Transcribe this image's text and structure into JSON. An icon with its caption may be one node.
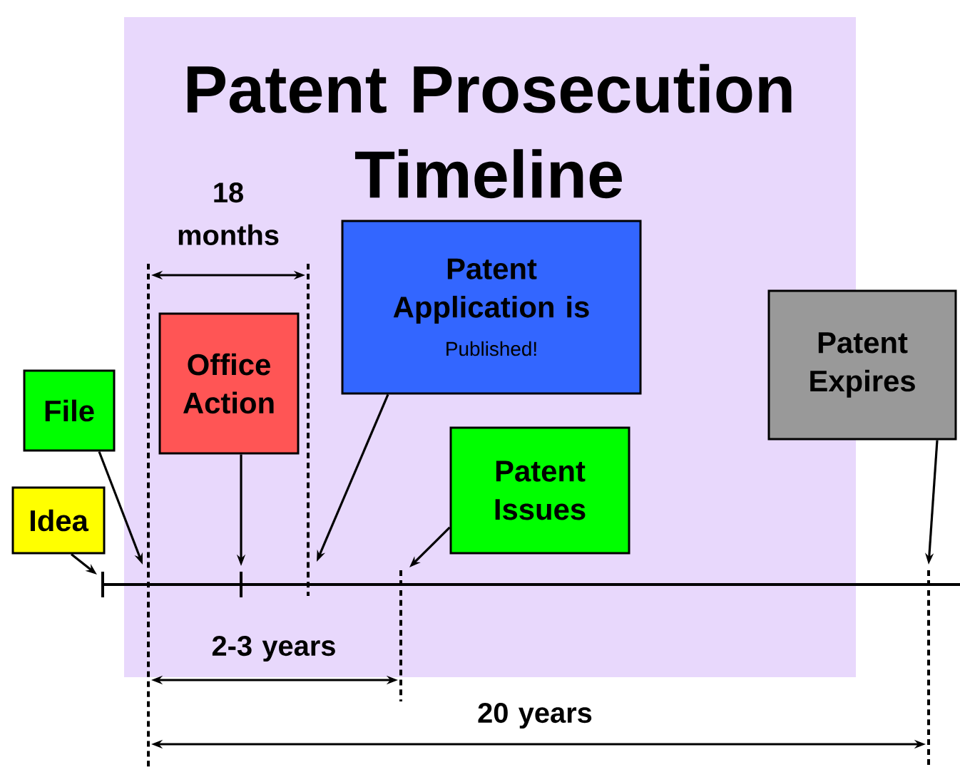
{
  "diagram": {
    "title": "Patent Prosecution Timeline",
    "nodes": [
      {
        "text": [
          "Idea"
        ]
      },
      {
        "text": [
          "File"
        ]
      },
      {
        "text": [
          "Office Action"
        ]
      },
      {
        "text": [
          "Patent Application is",
          "Published!"
        ]
      },
      {
        "text": [
          "Patent Issues"
        ]
      },
      {
        "text": [
          "Patent Expires"
        ]
      }
    ],
    "edges": [
      {
        "from": 0,
        "to": null,
        "arrow": "to"
      },
      {
        "from": 1,
        "to": null,
        "arrow": "to"
      },
      {
        "from": 2,
        "to": null,
        "arrow": "to"
      },
      {
        "from": 3,
        "to": null,
        "arrow": "to"
      },
      {
        "from": 4,
        "to": null,
        "arrow": "to"
      },
      {
        "from": 5,
        "to": null,
        "arrow": "to"
      }
    ],
    "labels": [
      "18 months",
      "2-3 years",
      "20 years"
    ]
  }
}
